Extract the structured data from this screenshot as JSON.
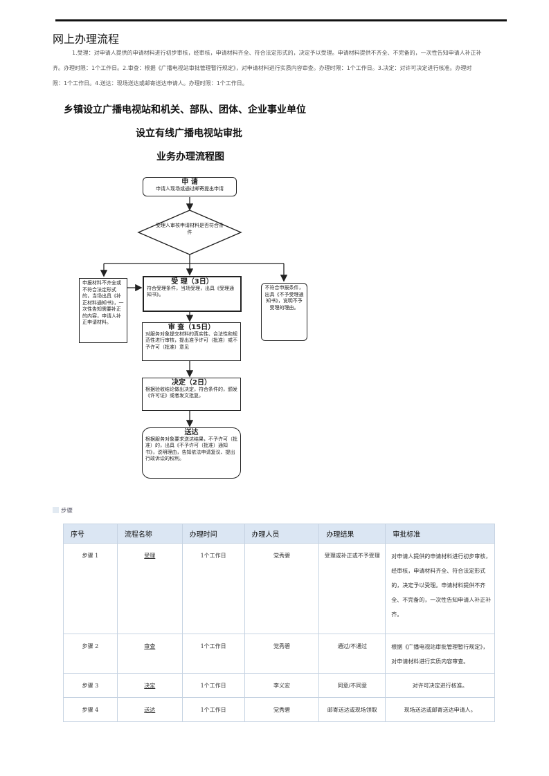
{
  "page": {
    "title": "网上办理流程",
    "intro": "1.受理：对申请人提供的申请材料进行初步审核，经审核，申请材料齐全、符合法定形式的，决定予以受理。申请材料提供不齐全、不完备的，一次性告知申请人补正补齐。办理时限：1个工作日。2.审查：根据《广播电视站审批管理暂行规定》，对申请材料进行实质内容审查。办理时限：1个工作日。3.决定：对许可决定进行核准。办理时限：1个工作日。4.送达：现场送达或邮寄送达申请人。办理时限：1个工作日。"
  },
  "flowchart": {
    "title_line1": "乡镇设立广播电视站和机关、部队、团体、企业事业单位",
    "title_line2": "设立有线广播电视站审批",
    "title_line3": "业务办理流程图",
    "apply": {
      "title": "申 请",
      "text": "申请人现场或通过邮寄提出申请"
    },
    "diamond": {
      "text": "受理人审核申请材料是否符合条件"
    },
    "accept": {
      "title": "受 理（3日）",
      "text": "符合受理条件，当场受理，出具《受理通知书》。"
    },
    "left_box": {
      "text": "申报材料不齐全或不符合法定形式的，当场出具《补正材料通知书》，一次性告知需要补正的内容，申请人补正申请材料。"
    },
    "right_box": {
      "text": "不符合申报条件，出具《不予受理通知书》，说明不予受理的理由。"
    },
    "review": {
      "title": "审 查（15日）",
      "text": "对服务对象提交材料的真实性、合法性和规范性进行审核，提出准予许可（批准）或不予许可（批准）意见"
    },
    "decide": {
      "title": "决定（2日）",
      "text": "根据验收结论做出决定，符合条件的，颁发《许可证》或者发文批复。"
    },
    "deliver": {
      "title": "送达",
      "text": "根据服务对象要求送达结果，不予许可（批准）的，出具《不予许可（批准）通知书》，说明理由，告知依法申请复议、提出行政诉讼的权利。"
    }
  },
  "steps": {
    "label": "步骤",
    "headers": [
      "序号",
      "流程名称",
      "办理时间",
      "办理人员",
      "办理结果",
      "审批标准"
    ],
    "rows": [
      {
        "no": "步骤 1",
        "name": "受理",
        "time": "1个工作日",
        "staff": "党秀碧",
        "result": "受理或补正或不予受理",
        "standard": "对申请人提供的申请材料进行初步审核，经审核，申请材料齐全、符合法定形式的，决定予以受理。申请材料提供不齐全、不完备的，一次性告知申请人补正补齐。"
      },
      {
        "no": "步骤 2",
        "name": "审查",
        "time": "1个工作日",
        "staff": "党秀碧",
        "result": "通过/不通过",
        "standard": "根据《广播电视站审批管理暂行规定》，对申请材料进行实质内容审查。"
      },
      {
        "no": "步骤 3",
        "name": "决定",
        "time": "1个工作日",
        "staff": "李义宏",
        "result": "同意/不同意",
        "standard": "对许可决定进行核准。"
      },
      {
        "no": "步骤 4",
        "name": "送达",
        "time": "1个工作日",
        "staff": "党秀碧",
        "result": "邮寄送达或现场领取",
        "standard": "现场送达或邮寄送达申请人。"
      }
    ]
  }
}
